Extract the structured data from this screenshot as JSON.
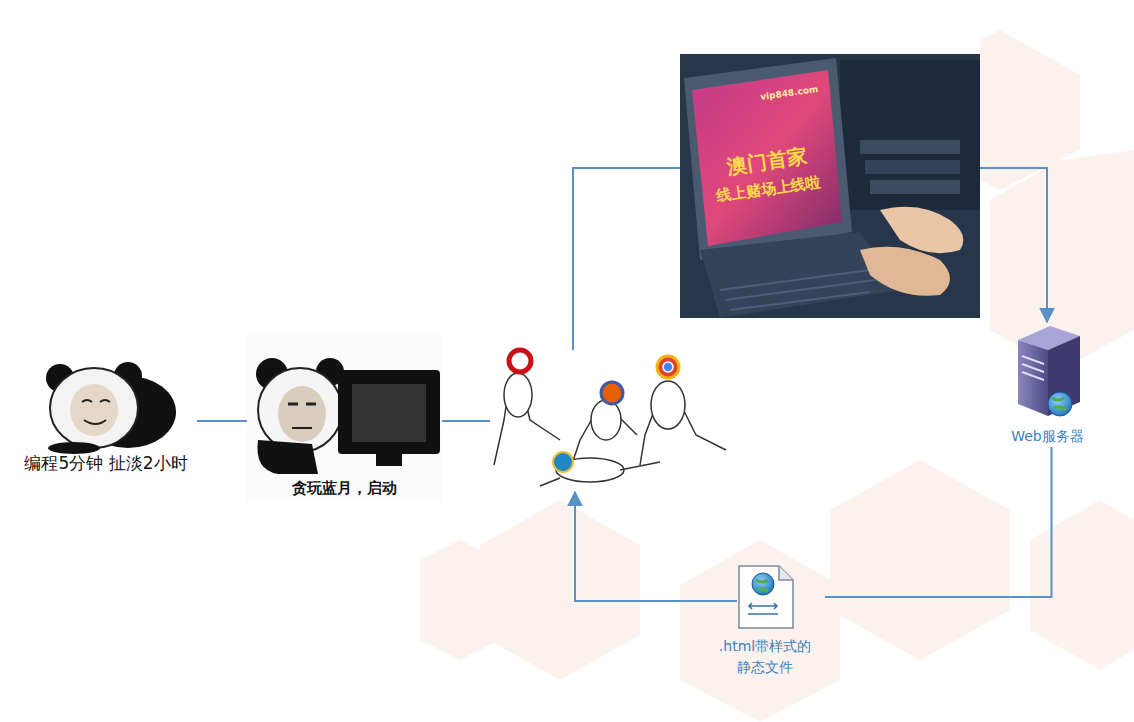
{
  "diagram": {
    "nodes": [
      {
        "text": [
          "编程5分钟 扯淡2小时"
        ]
      },
      {
        "text": [
          "贪玩蓝月，启动"
        ]
      },
      {
        "text": [
          "Web服务器"
        ]
      },
      {
        "text": [
          ".html带样式的 静态文件"
        ]
      }
    ],
    "edges": [
      {
        "from": 0,
        "to": 1,
        "arrow": "none"
      },
      {
        "from": 2,
        "to": 3,
        "arrow": "none"
      }
    ],
    "labels": [
      "vip848.com",
      "澳门首家",
      "线上赌场上线啦"
    ]
  }
}
